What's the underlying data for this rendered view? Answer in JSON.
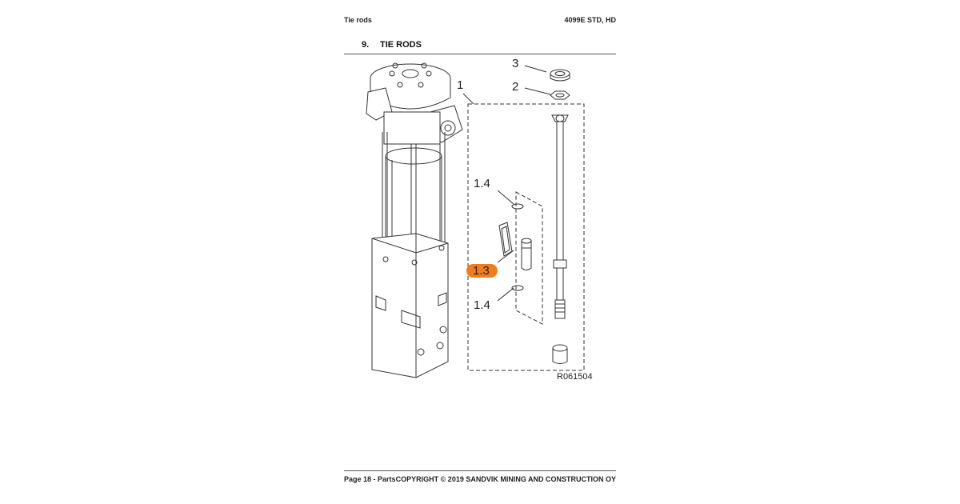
{
  "header": {
    "left": "Tie rods",
    "right": "4099E STD, HD"
  },
  "section": {
    "number": "9.",
    "title": "TIE RODS"
  },
  "diagram": {
    "callouts": {
      "c1": "1",
      "c2": "2",
      "c3": "3",
      "c14a": "1.4",
      "c13": "1.3",
      "c14b": "1.4"
    },
    "highlight_color": "#f07d1c",
    "reference_code": "R061504"
  },
  "footer": {
    "left": "Page 18 - Parts",
    "right": "COPYRIGHT © 2019 SANDVIK MINING AND CONSTRUCTION OY"
  }
}
